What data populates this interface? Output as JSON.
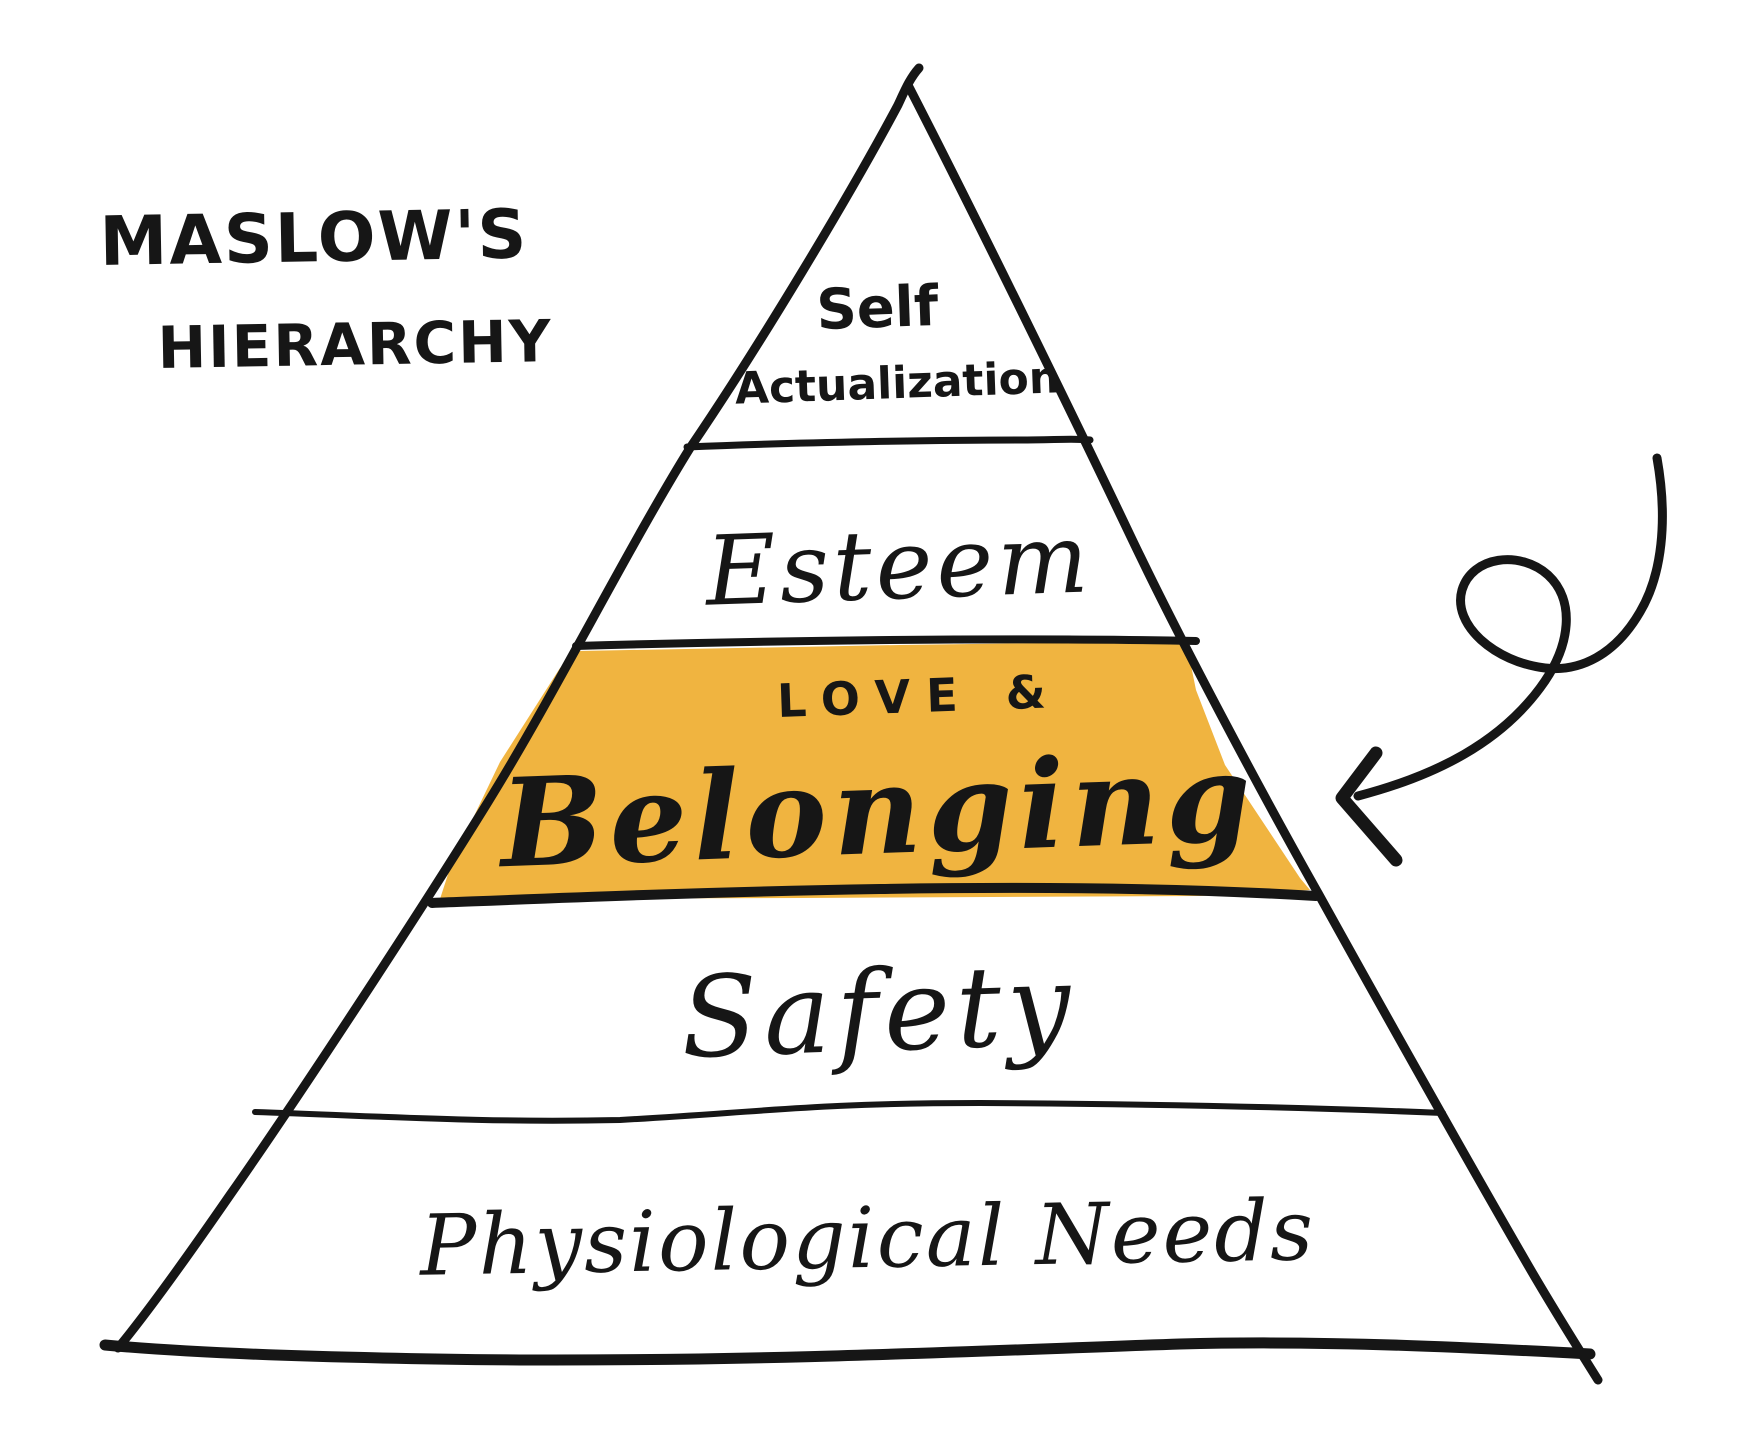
{
  "colors": {
    "ink": "#161616",
    "highlight": "#F0B440",
    "background": "#FFFFFF"
  },
  "title": {
    "line1": "MASLOW'S",
    "line2": "HIERARCHY"
  },
  "pyramid": {
    "levels": [
      {
        "name": "self-actualization",
        "lines": [
          "Self",
          "Actualization"
        ],
        "highlighted": false
      },
      {
        "name": "esteem",
        "lines": [
          "Esteem"
        ],
        "highlighted": false
      },
      {
        "name": "love-belonging",
        "lines": [
          "LOVE &",
          "Belonging"
        ],
        "highlighted": true
      },
      {
        "name": "safety",
        "lines": [
          "Safety"
        ],
        "highlighted": false
      },
      {
        "name": "physiological",
        "lines": [
          "Physiological Needs"
        ],
        "highlighted": false
      }
    ]
  }
}
